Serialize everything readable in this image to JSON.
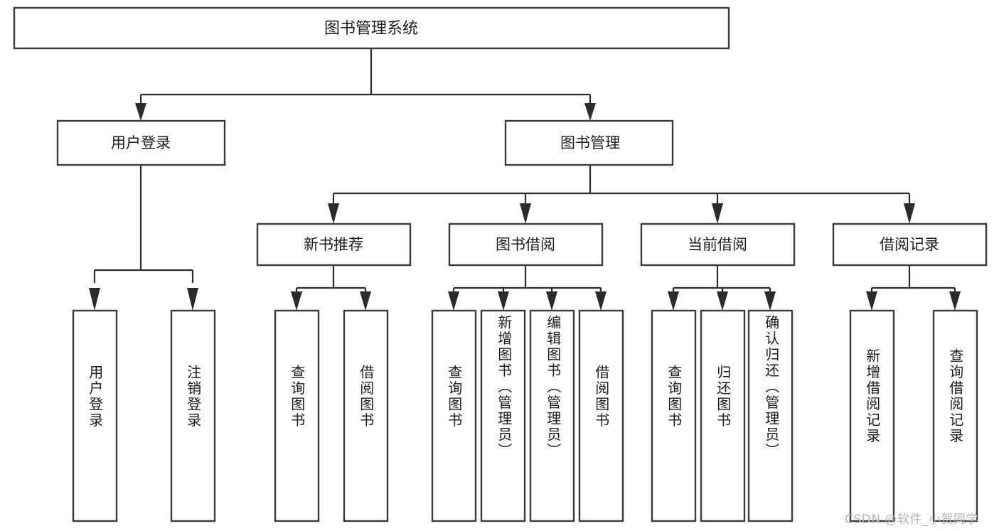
{
  "diagram": {
    "title": "图书管理系统",
    "watermark": "CSDN @软件_小贺同学",
    "colors": {
      "box_stroke": "#3b3b3b",
      "connector": "#2b2b2b",
      "background": "#ffffff",
      "text": "#1c1c1c",
      "watermark": "#b6b6b6"
    },
    "root": {
      "label": "图书管理系统"
    },
    "level2": [
      {
        "label": "用户登录"
      },
      {
        "label": "图书管理"
      }
    ],
    "level3": [
      {
        "label": "新书推荐"
      },
      {
        "label": "图书借阅"
      },
      {
        "label": "当前借阅"
      },
      {
        "label": "借阅记录"
      }
    ],
    "leaves": [
      {
        "label": "用户登录"
      },
      {
        "label": "注销登录"
      },
      {
        "label": "查询图书"
      },
      {
        "label": "借阅图书"
      },
      {
        "label": "查询图书"
      },
      {
        "label": "新增图书（管理员）"
      },
      {
        "label": "编辑图书（管理员）"
      },
      {
        "label": "借阅图书"
      },
      {
        "label": "查询图书"
      },
      {
        "label": "归还图书"
      },
      {
        "label": "确认归还（管理员）"
      },
      {
        "label": "新增借阅记录"
      },
      {
        "label": "查询借阅记录"
      }
    ]
  }
}
